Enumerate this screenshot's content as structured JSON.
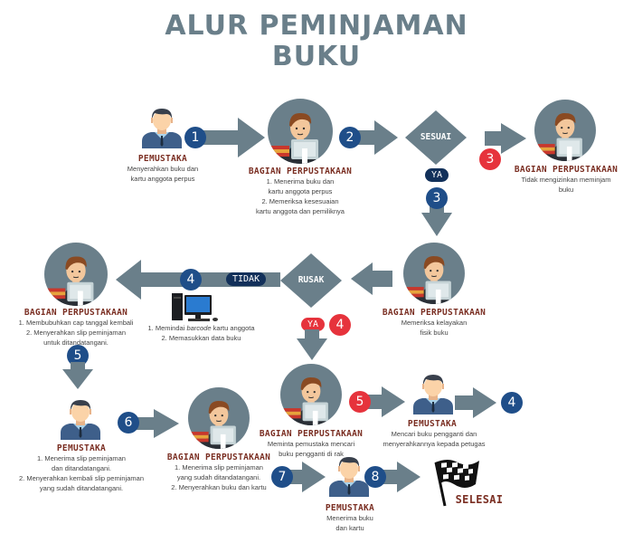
{
  "title": {
    "line1": "ALUR PEMINJAMAN",
    "line2": "BUKU"
  },
  "colors": {
    "arrow": "#6a7f8a",
    "step_blue": "#1f4e89",
    "step_red": "#e6333c",
    "role_text": "#7a2e22",
    "pill_navy": "#12305a"
  },
  "nodes": [
    {
      "id": "n1",
      "icon": "user-icon",
      "role": "PEMUSTAKA",
      "desc": [
        "Menyerahkan buku dan",
        "kartu anggota perpus"
      ]
    },
    {
      "id": "n2",
      "icon": "librarian-icon",
      "role": "BAGIAN  PERPUSTAKAAN",
      "desc": [
        "1. Menerima buku dan",
        "kartu anggota perpus",
        "2. Memeriksa kesesuaian",
        "kartu anggota dan pemiliknya"
      ]
    },
    {
      "id": "n3",
      "icon": "librarian-icon",
      "role": "BAGIAN  PERPUSTAKAAN",
      "desc": [
        "Tidak mengizinkan meminjam",
        "buku"
      ]
    },
    {
      "id": "n4",
      "icon": "librarian-icon",
      "role": "BAGIAN  PERPUSTAKAAN",
      "desc": [
        "Memeriksa kelayakan",
        "fisik buku"
      ]
    },
    {
      "id": "n5",
      "icon": "librarian-icon",
      "role": "BAGIAN  PERPUSTAKAAN",
      "desc": [
        "1. Membubuhkan cap tanggal kembali",
        "2. Menyerahkan slip peminjaman",
        "untuk ditandatangani."
      ]
    },
    {
      "id": "n6",
      "icon": "computer-icon",
      "desc_pre": "1. Memindai ",
      "desc_em": "barcode",
      "desc_post": " kartu anggota",
      "desc2": "2. Memasukkan data buku"
    },
    {
      "id": "n7",
      "icon": "user-icon",
      "role": "PEMUSTAKA",
      "desc": [
        "1. Menerima slip peminjaman",
        "dan ditandatangani.",
        "2. Menyerahkan kembali slip peminjaman",
        "yang sudah ditandatangani."
      ]
    },
    {
      "id": "n8",
      "icon": "librarian-icon",
      "role": "BAGIAN  PERPUSTAKAAN",
      "desc": [
        "1. Menerima slip peminjaman",
        "yang sudah ditandatangani.",
        "2.  Menyerahkan buku dan kartu"
      ]
    },
    {
      "id": "n9",
      "icon": "librarian-icon",
      "role": "BAGIAN  PERPUSTAKAAN",
      "desc": [
        "Meminta pemustaka mencari",
        "buku pengganti di rak"
      ]
    },
    {
      "id": "n10",
      "icon": "user-icon",
      "role": "PEMUSTAKA",
      "desc": [
        "Mencari buku pengganti dan",
        "menyerahkannya kepada petugas"
      ]
    },
    {
      "id": "n11",
      "icon": "user-icon",
      "role": "PEMUSTAKA",
      "desc": [
        "Menerima buku",
        "dan kartu"
      ]
    }
  ],
  "decisions": {
    "sesuai": "SESUAI",
    "rusak": "RUSAK"
  },
  "pills": {
    "ya1": "YA",
    "tidak": "TIDAK",
    "ya2": "YA"
  },
  "steps": {
    "s1": "1",
    "s2": "2",
    "s3red": "3",
    "s3blue": "3",
    "s4blue": "4",
    "s4red": "4",
    "s5blue": "5",
    "s5red": "5",
    "s4ref": "4",
    "s6": "6",
    "s7": "7",
    "s8": "8"
  },
  "finish": {
    "icon": "checkered-flag-icon",
    "label": "SELESAI"
  }
}
